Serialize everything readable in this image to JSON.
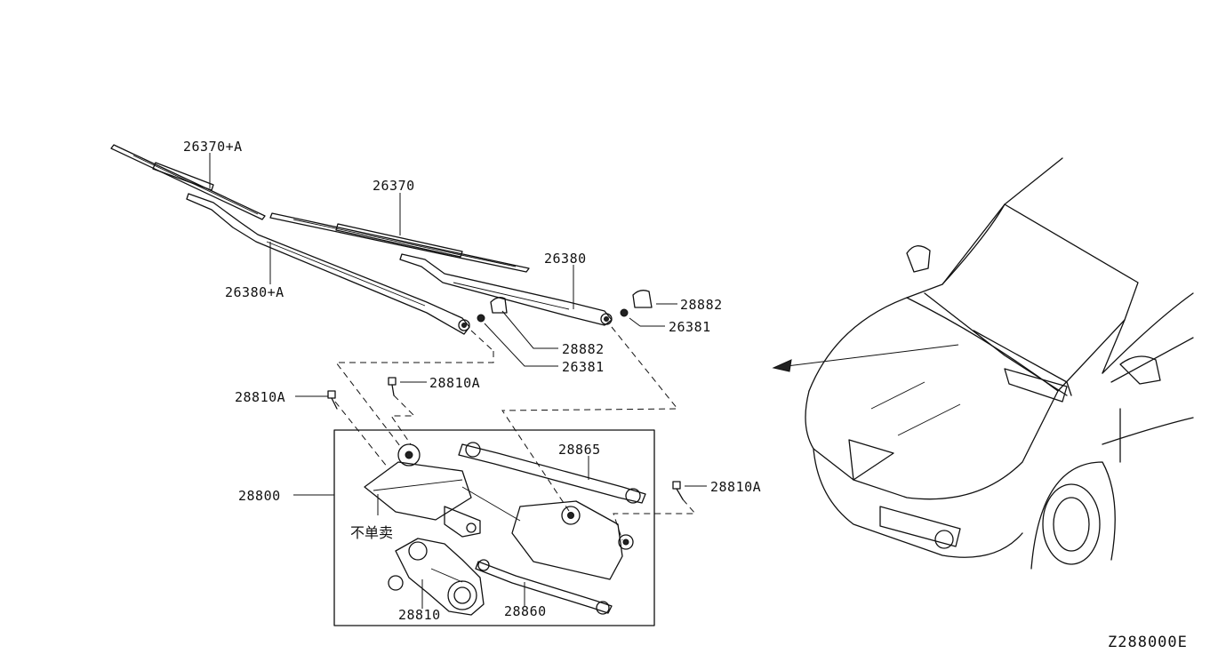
{
  "labels": {
    "blade_assist": "26370+A",
    "blade_driver": "26370",
    "arm_driver": "26380",
    "arm_assist": "26380+A",
    "cap_right": "28882",
    "nut_right": "26381",
    "cap_center": "28882",
    "nut_center": "26381",
    "bolt_left": "28810A",
    "bolt_upper": "28810A",
    "bolt_right": "28810A",
    "link_upper": "28865",
    "assembly": "28800",
    "not_sold_separately": "不单卖",
    "motor": "28810",
    "link_lower": "28860"
  },
  "diagram_code": "Z288000E"
}
